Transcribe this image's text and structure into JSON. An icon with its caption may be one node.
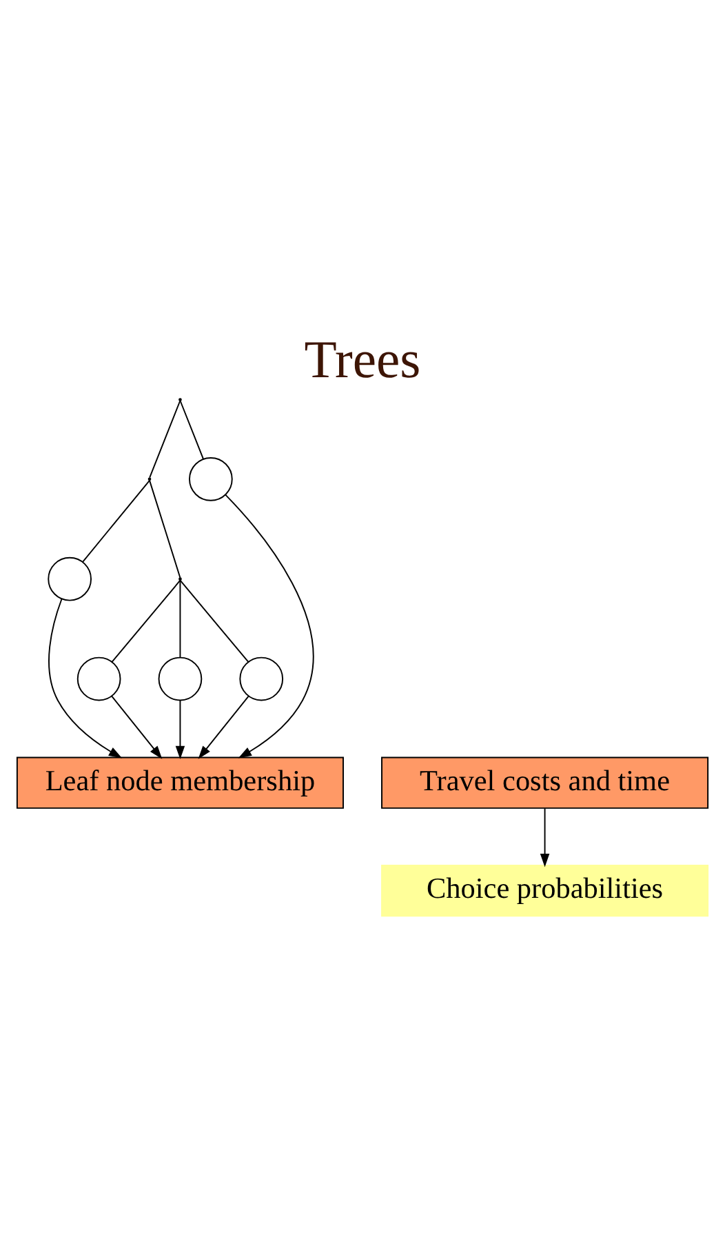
{
  "diagram": {
    "title": "Trees",
    "nodes": [
      {
        "text": [],
        "shape": "point"
      },
      {
        "text": [],
        "shape": "point"
      },
      {
        "text": [],
        "shape": "circle"
      },
      {
        "text": [],
        "shape": "circle"
      },
      {
        "text": [],
        "shape": "point"
      },
      {
        "text": [],
        "shape": "circle"
      },
      {
        "text": [],
        "shape": "circle"
      },
      {
        "text": [],
        "shape": "circle"
      },
      {
        "text": [
          "Leaf node membership"
        ]
      },
      {
        "text": [
          "Travel costs and time"
        ]
      },
      {
        "text": [
          "Choice probabilities"
        ]
      }
    ],
    "edges": [
      {
        "from": 0,
        "to": 1,
        "arrow": "none"
      },
      {
        "from": 0,
        "to": 2,
        "arrow": "none"
      },
      {
        "from": 1,
        "to": 3,
        "arrow": "none"
      },
      {
        "from": 1,
        "to": 4,
        "arrow": "none"
      },
      {
        "from": 4,
        "to": 5,
        "arrow": "none"
      },
      {
        "from": 4,
        "to": 6,
        "arrow": "none"
      },
      {
        "from": 4,
        "to": 7,
        "arrow": "none"
      },
      {
        "from": 3,
        "to": 8,
        "arrow": "to"
      },
      {
        "from": 5,
        "to": 8,
        "arrow": "to"
      },
      {
        "from": 6,
        "to": 8,
        "arrow": "to"
      },
      {
        "from": 7,
        "to": 8,
        "arrow": "to"
      },
      {
        "from": 2,
        "to": 8,
        "arrow": "to"
      },
      {
        "from": 9,
        "to": 10,
        "arrow": "to"
      }
    ]
  }
}
